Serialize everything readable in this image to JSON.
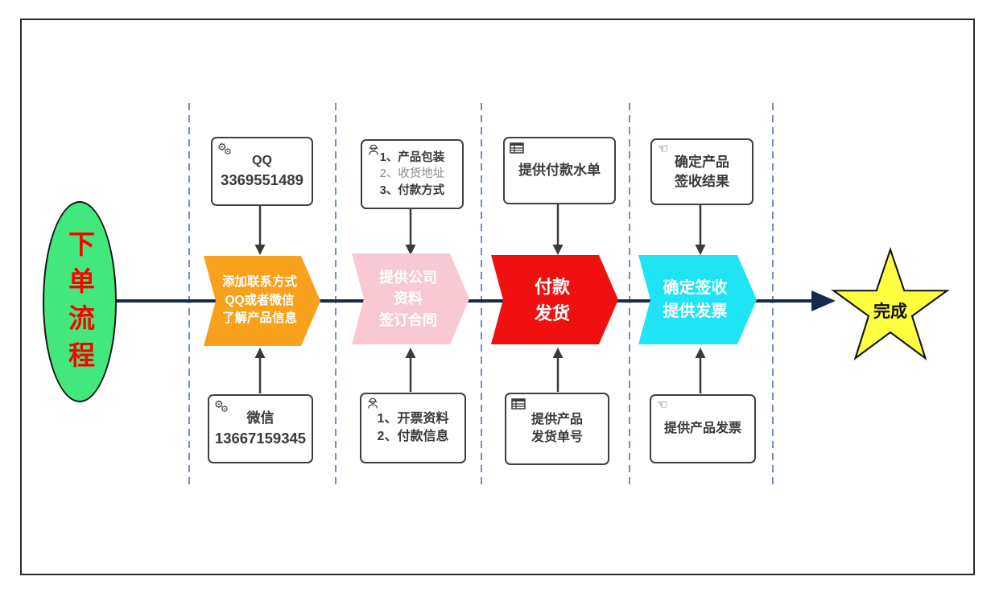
{
  "colors": {
    "ellipse_fill": "#42E87C",
    "ellipse_text": "#FF0000",
    "stage_colors": [
      "#F7A11D",
      "#F8C9D3",
      "#F01010",
      "#1FE4F5"
    ],
    "star_fill": "#FFFF42",
    "main_line": "#16294B",
    "dashed_line": "#7390BC",
    "connector": "#3A3A3A",
    "box_border": "#404040"
  },
  "glyphs": {
    "gear": "⚙",
    "pointing_hand": "☜"
  },
  "start": {
    "label": "下单流程"
  },
  "finish": {
    "label": "完成"
  },
  "stages": [
    {
      "name": "contact",
      "chevron_lines": [
        "添加联系方式",
        "QQ或者微信",
        "了解产品信息"
      ],
      "top_box": {
        "icon": "gears-icon",
        "lines": [
          "QQ",
          "3369551489"
        ]
      },
      "bottom_box": {
        "icon": "gears-icon",
        "lines": [
          "微信",
          "13667159345"
        ]
      }
    },
    {
      "name": "company-info",
      "chevron_lines": [
        "提供公司",
        "资料",
        "签订合同"
      ],
      "top_box": {
        "icon": "worker-icon",
        "lines": [
          "1、产品包装",
          "2、收货地址",
          "3、付款方式"
        ]
      },
      "bottom_box": {
        "icon": "worker-icon",
        "lines": [
          "1、开票资料",
          "2、付款信息"
        ]
      }
    },
    {
      "name": "payment-shipping",
      "chevron_lines": [
        "付款",
        "发货"
      ],
      "top_box": {
        "icon": "table-icon",
        "lines": [
          "提供付款水单"
        ]
      },
      "bottom_box": {
        "icon": "table-icon",
        "lines": [
          "提供产品",
          "发货单号"
        ]
      }
    },
    {
      "name": "receipt-invoice",
      "chevron_lines": [
        "确定签收",
        "提供发票"
      ],
      "top_box": {
        "icon": "pointing-hand-icon",
        "lines": [
          "确定产品",
          "签收结果"
        ]
      },
      "bottom_box": {
        "icon": "pointing-hand-icon",
        "lines": [
          "提供产品发票"
        ]
      }
    }
  ]
}
